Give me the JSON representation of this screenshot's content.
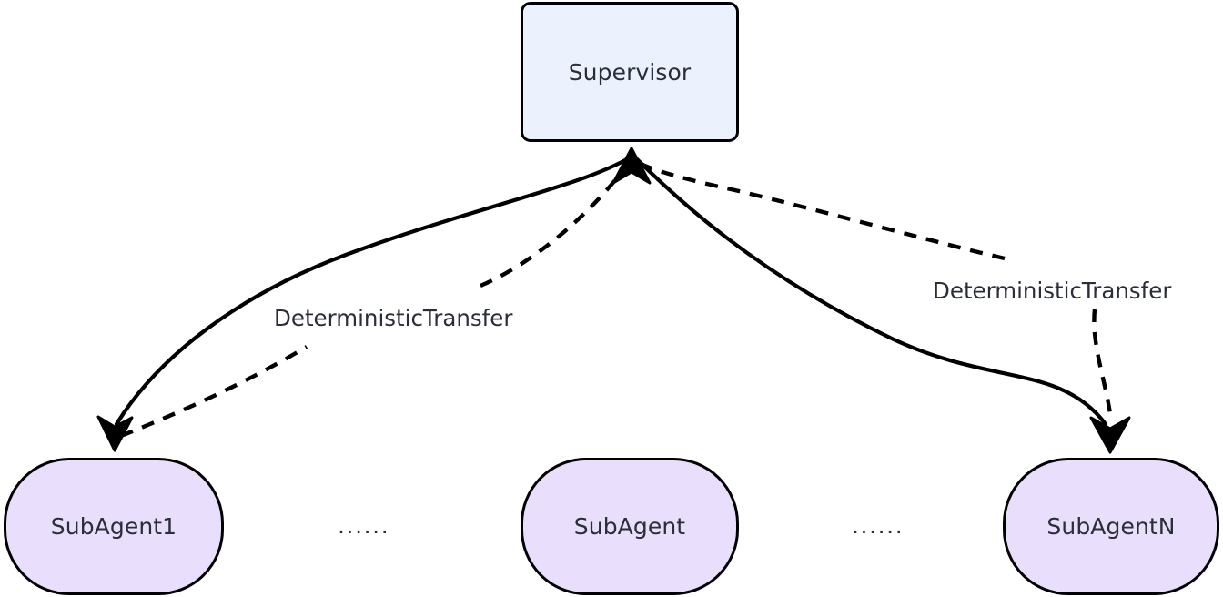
{
  "diagram": {
    "type": "flowchart",
    "title": "Supervisor multi-agent deterministic transfer diagram",
    "colors": {
      "supervisor_fill": "#ecf2fd",
      "subagent_fill": "#e9dffc",
      "stroke": "#000000",
      "text": "#2a2e38",
      "background": "#ffffff"
    },
    "nodes": [
      {
        "id": "supervisor",
        "label": "Supervisor",
        "shape": "rounded-rect",
        "fill": "#ecf2fd"
      },
      {
        "id": "subagent1",
        "label": "SubAgent1",
        "shape": "stadium",
        "fill": "#e9dffc"
      },
      {
        "id": "subagent_mid",
        "label": "SubAgent",
        "shape": "stadium",
        "fill": "#e9dffc"
      },
      {
        "id": "subagentn",
        "label": "SubAgentN",
        "shape": "stadium",
        "fill": "#e9dffc"
      }
    ],
    "ellipses": [
      {
        "id": "ellipsis-left",
        "label": "......"
      },
      {
        "id": "ellipsis-right",
        "label": "......"
      }
    ],
    "edges": [
      {
        "id": "supervisor-to-subagent1",
        "from": "supervisor",
        "to": "subagent1",
        "style": "solid",
        "arrow": "to",
        "label": ""
      },
      {
        "id": "subagent1-to-supervisor",
        "from": "subagent1",
        "to": "supervisor",
        "style": "dashed",
        "arrow": "to",
        "label": "DeterministicTransfer"
      },
      {
        "id": "supervisor-to-subagentn",
        "from": "supervisor",
        "to": "subagentn",
        "style": "solid",
        "arrow": "to",
        "label": ""
      },
      {
        "id": "subagentn-to-supervisor",
        "from": "subagentn",
        "to": "supervisor",
        "style": "dashed",
        "arrow": "to",
        "label": "DeterministicTransfer"
      }
    ],
    "edge_labels": {
      "left": "DeterministicTransfer",
      "right": "DeterministicTransfer"
    }
  }
}
